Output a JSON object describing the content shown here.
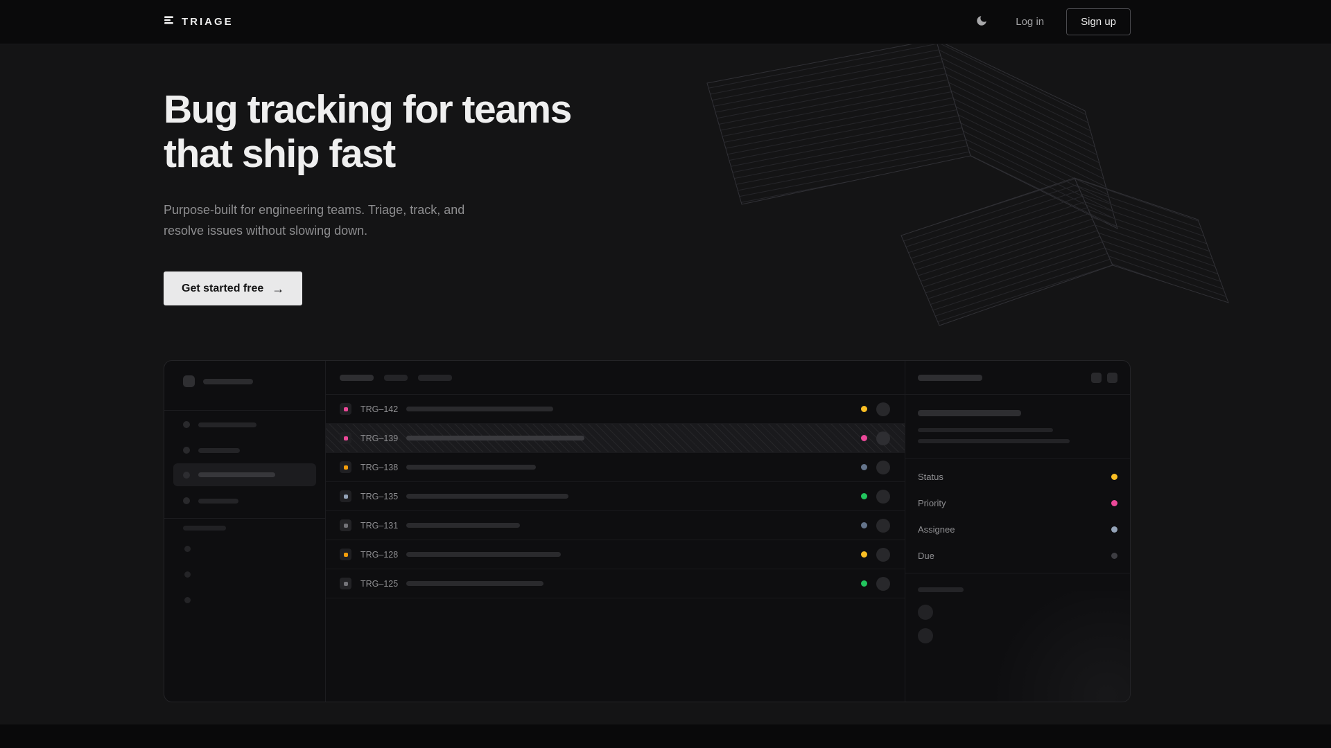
{
  "nav": {
    "brand": "TRIAGE",
    "login_label": "Log in",
    "signup_label": "Sign up"
  },
  "hero": {
    "title_line1": "Bug tracking for teams",
    "title_line2": "that ship fast",
    "subtitle_line1": "Purpose-built for engineering teams. Triage, track, and",
    "subtitle_line2": "resolve issues without slowing down.",
    "cta_label": "Get started free",
    "cta_arrow": "→"
  },
  "mockup": {
    "issues": [
      {
        "id": "TRG–142",
        "icon_color": "#ec4899",
        "status_color": "#fbbf24",
        "selected": false
      },
      {
        "id": "TRG–139",
        "icon_color": "#ec4899",
        "status_color": "#ec4899",
        "selected": true
      },
      {
        "id": "TRG–138",
        "icon_color": "#f59e0b",
        "status_color": "#64748b",
        "selected": false
      },
      {
        "id": "TRG–135",
        "icon_color": "#94a3b8",
        "status_color": "#22c55e",
        "selected": false
      },
      {
        "id": "TRG–131",
        "icon_color": "#737378",
        "status_color": "#64748b",
        "selected": false
      },
      {
        "id": "TRG–128",
        "icon_color": "#f59e0b",
        "status_color": "#fbbf24",
        "selected": false
      },
      {
        "id": "TRG–125",
        "icon_color": "#737378",
        "status_color": "#22c55e",
        "selected": false
      }
    ],
    "detail": {
      "properties": [
        {
          "label": "Status",
          "color": "#fbbf24"
        },
        {
          "label": "Priority",
          "color": "#ec4899"
        },
        {
          "label": "Assignee",
          "color": "#94a3b8"
        },
        {
          "label": "Due",
          "color": "#3d3d42"
        }
      ]
    }
  }
}
